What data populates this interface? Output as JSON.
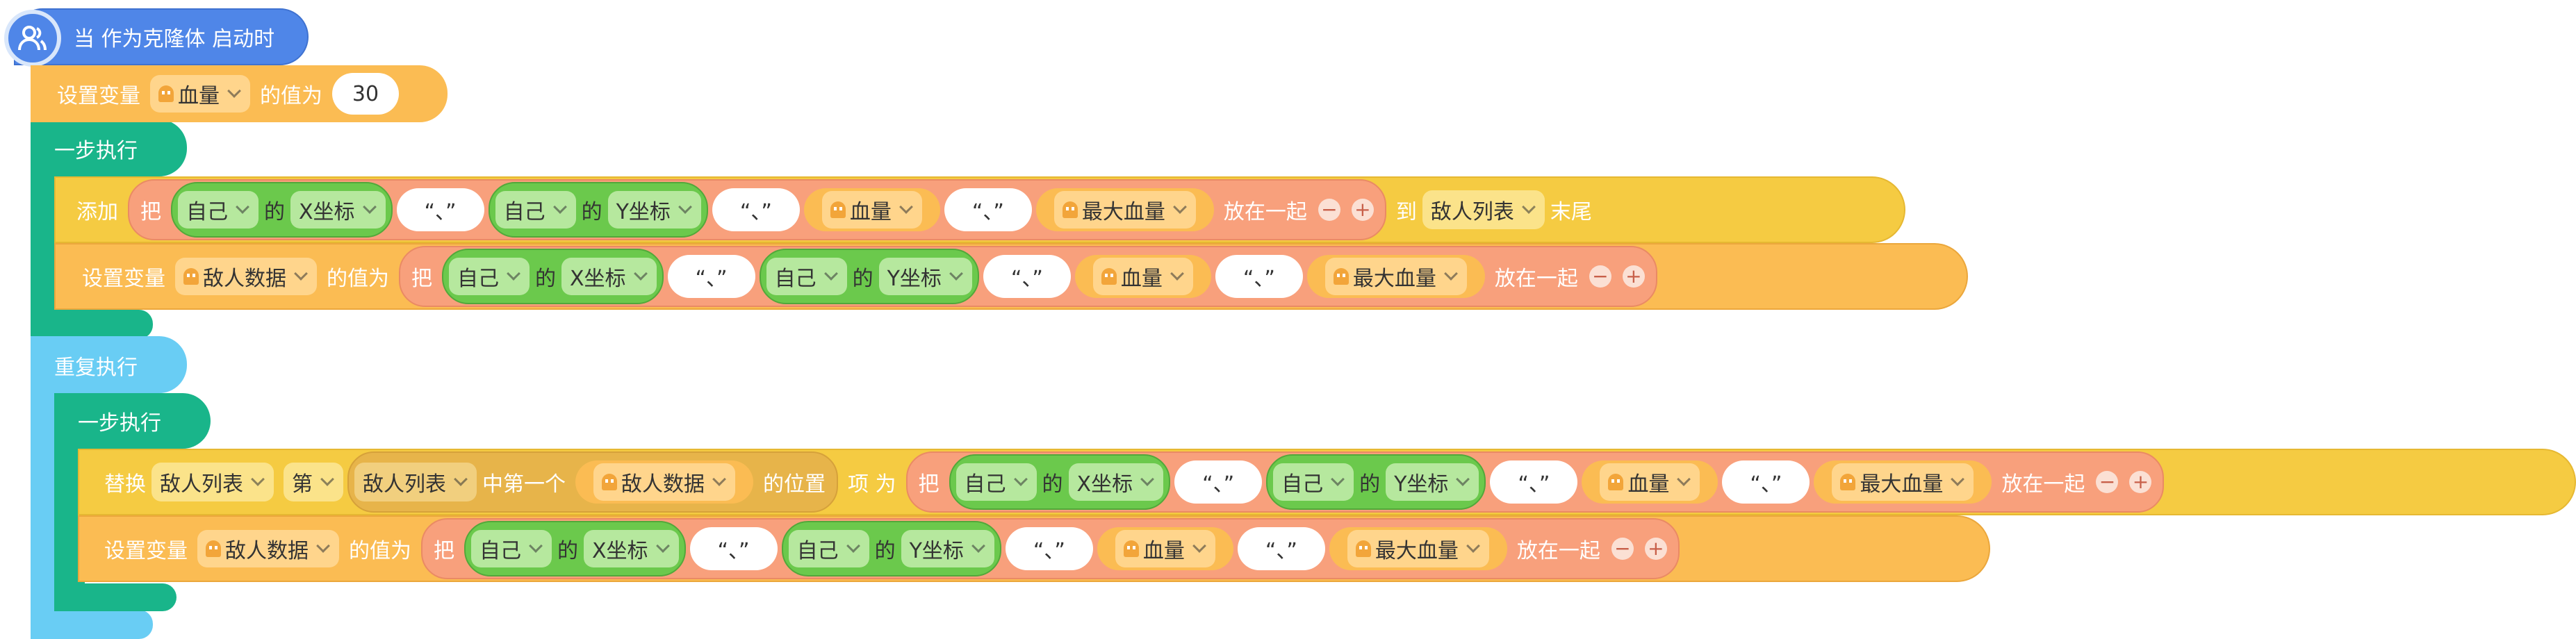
{
  "hat": {
    "label": "当 作为克隆体 启动时"
  },
  "set_hp": {
    "prefix": "设置变量",
    "var": "血量",
    "mid": "的值为",
    "value": "30"
  },
  "step1": {
    "label": "一步执行"
  },
  "add_block": {
    "prefix": "添加",
    "ba": "把",
    "to": "到",
    "list": "敌人列表",
    "end": "末尾"
  },
  "combo": {
    "self": "自己",
    "of": "的",
    "x": "X坐标",
    "y": "Y坐标",
    "sep": "“、”",
    "hp": "血量",
    "maxhp": "最大血量",
    "join": "放在一起",
    "minus": "−",
    "plus": "+"
  },
  "set_data": {
    "prefix": "设置变量",
    "var": "敌人数据",
    "mid": "的值为",
    "ba": "把"
  },
  "repeat": {
    "label": "重复执行"
  },
  "step2": {
    "label": "一步执行"
  },
  "replace": {
    "prefix": "替换",
    "list": "敌人列表",
    "di": "第",
    "list2": "敌人列表",
    "first": "中第一个",
    "var": "敌人数据",
    "pos": "的位置",
    "item": "项 为",
    "ba": "把"
  },
  "set_data2": {
    "prefix": "设置变量",
    "var": "敌人数据",
    "mid": "的值为",
    "ba": "把"
  }
}
